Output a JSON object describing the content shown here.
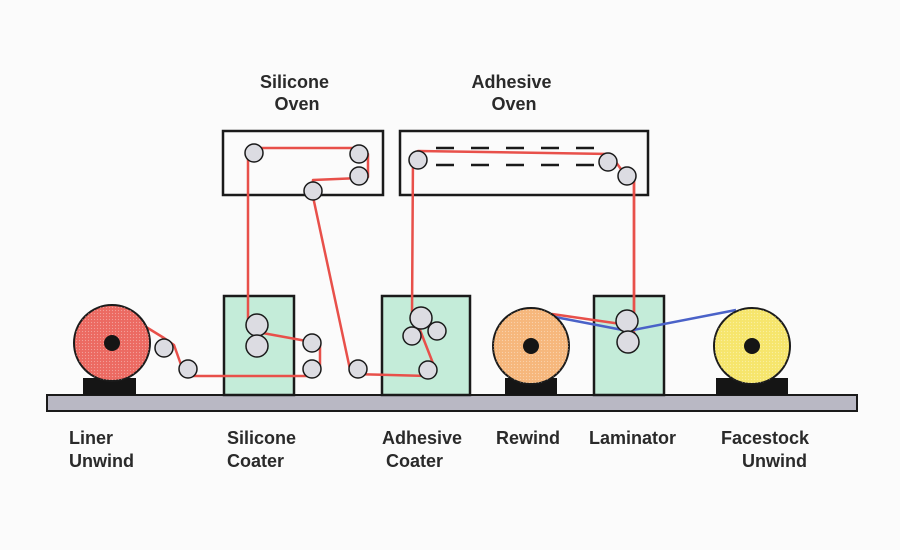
{
  "diagram": {
    "title": "Pressure-sensitive label coating and laminating line",
    "colors": {
      "liner_web": "#e8504a",
      "facestock_web": "#4a62c8",
      "coater_fill": "#c4ecd9",
      "liner_roll": "#ec6a62",
      "rewind_roll": "#f6b77c",
      "facestock_roll": "#f6e56c",
      "base": "#b9b8c4"
    },
    "oven_labels": {
      "silicone_oven": [
        "Silicone",
        "Oven"
      ],
      "adhesive_oven": [
        "Adhesive",
        "Oven"
      ]
    },
    "station_labels": {
      "liner_unwind": [
        "Liner",
        "Unwind"
      ],
      "silicone_coater": [
        "Silicone",
        "Coater"
      ],
      "adhesive_coater": [
        "Adhesive",
        "Coater"
      ],
      "rewind": [
        "Rewind"
      ],
      "laminator": [
        "Laminator"
      ],
      "facestock_unwind": [
        "Facestock",
        "Unwind"
      ]
    }
  }
}
